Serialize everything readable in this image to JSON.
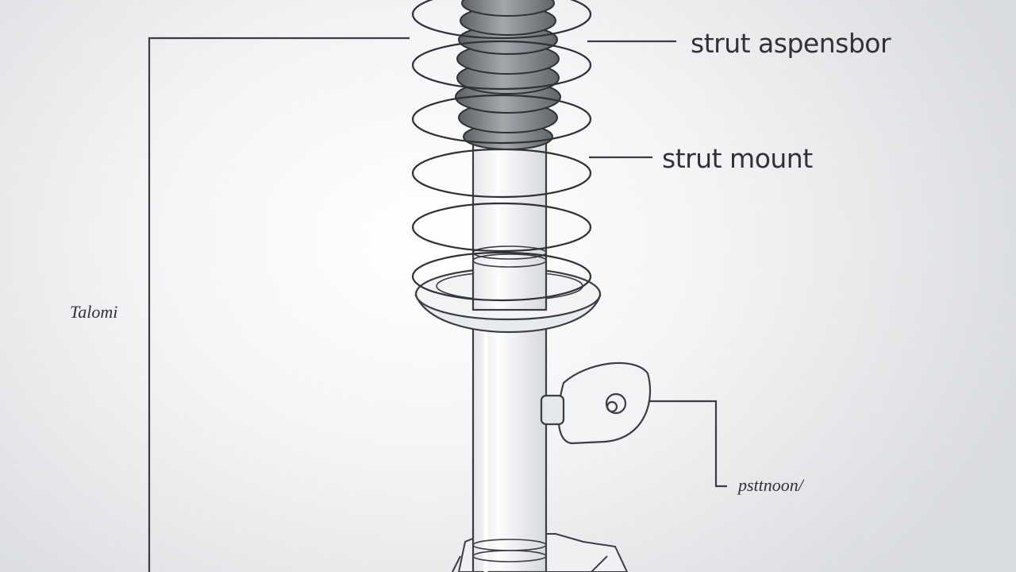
{
  "diagram": {
    "labels": {
      "top_right": "strut aspensbor",
      "middle_right": "strut mount",
      "left": "Talomi",
      "bottom_right": "psttnoon/"
    },
    "colors": {
      "background": "#f3f4f5",
      "line": "#3a3d41",
      "boot": "#7c8186",
      "tube_fill": "#f4f6f8"
    },
    "components": [
      "coil-spring",
      "dust-boot",
      "strut-tube",
      "spring-seat",
      "piston-rod",
      "bracket",
      "mounting-tab"
    ]
  }
}
